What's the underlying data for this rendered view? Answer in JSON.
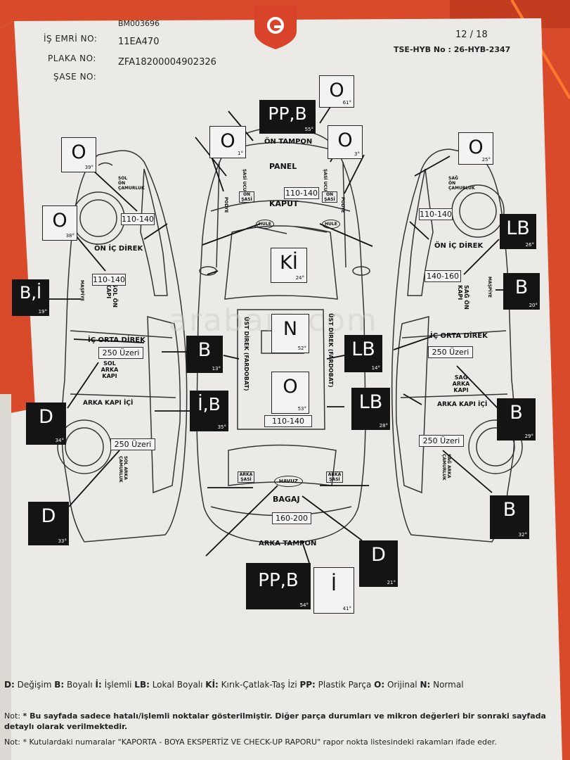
{
  "header": {
    "report_no": "BM003696",
    "page": "12 / 18",
    "tse_label": "TSE-HYB No : 26-HYB-2347",
    "fields": [
      {
        "label": "İŞ EMRİ NO:",
        "value": "11EA470"
      },
      {
        "label": "PLAKA NO:",
        "value": "ZFA18200004902326"
      },
      {
        "label": "ŞASE NO:",
        "value": ""
      }
    ]
  },
  "watermark": "arabam.com",
  "parts": {
    "on_tampon": "ÖN TAMPON",
    "panel": "PANEL",
    "kaput": "KAPUT",
    "bagaj": "BAGAJ",
    "arka_tampon": "ARKA TAMPON",
    "havuz": "HAVUZ",
    "hule_l": "HULE",
    "hule_r": "HULE",
    "on_sasi_l": "ÖN ŞASİ",
    "on_sasi_r": "ÖN ŞASİ",
    "arka_sasi_l": "ARKA ŞASİ",
    "arka_sasi_r": "ARKA ŞASİ",
    "sasi_ucu_l": "ŞASİ UCU",
    "sasi_ucu_r": "ŞASİ UCU",
    "podye_l": "PODYE",
    "podye_r": "PODYE",
    "ust_direk_l": "ÜST DİREK (FARDOBAT)",
    "ust_direk_r": "ÜST DİREK (FARDOBAT)",
    "sol_on_camurluk": "SOL ÖN ÇAMURLUK",
    "on_ic_direk_l": "ÖN İÇ DİREK",
    "maspiye_l": "MAŞPİYE",
    "sol_on_kapi": "SOL ÖN KAPI",
    "ic_orta_direk_l": "İÇ ORTA DİREK",
    "sol_arka_kapi": "SOL ARKA KAPI",
    "arka_kapi_ici_l": "ARKA KAPI İÇİ",
    "sol_arka_camurluk": "SOL ARKA ÇAMURLUK",
    "sag_on_camurluk": "SAĞ ÖN ÇAMURLUK",
    "on_ic_direk_r": "ÖN İÇ DİREK",
    "maspiye_r": "MAŞPİYE",
    "sag_on_kapi": "SAĞ ÖN KAPI",
    "ic_orta_direk_r": "İÇ ORTA DİREK",
    "sag_arka_kapi": "SAĞ ARKA KAPI",
    "arka_kapi_ici_r": "ARKA KAPI İÇİ",
    "sag_arka_camurluk": "SAĞ ARKA ÇAMURLUK"
  },
  "ranges": {
    "kaput": "110-140",
    "sol_on_camurluk": "110-140",
    "sol_on_kapi": "110-140",
    "sol_arka_kapi": "250 Üzeri",
    "sol_arka_camurluk": "250 Üzeri",
    "tavan": "110-140",
    "bagaj": "160-200",
    "sag_on_camurluk": "110-140",
    "sag_on_kapi": "140-160",
    "sag_arka_kapi": "250 Üzeri",
    "sag_arka_camurluk": "250 Üzeri"
  },
  "boxes": {
    "b61": {
      "code": "O",
      "num": "61°"
    },
    "b55": {
      "code": "PP,B",
      "num": "55°"
    },
    "b1": {
      "code": "O",
      "num": "1°"
    },
    "b3": {
      "code": "O",
      "num": "3°"
    },
    "b39": {
      "code": "O",
      "num": "39°"
    },
    "b38": {
      "code": "O",
      "num": "38°"
    },
    "b25": {
      "code": "O",
      "num": "25°"
    },
    "b26": {
      "code": "LB",
      "num": "26°"
    },
    "b20": {
      "code": "B",
      "num": "20°"
    },
    "b19": {
      "code": "B,İ",
      "num": "19°"
    },
    "b24": {
      "code": "Kİ",
      "num": "24°"
    },
    "b52": {
      "code": "N",
      "num": "52°"
    },
    "b13": {
      "code": "B",
      "num": "13°"
    },
    "b14": {
      "code": "LB",
      "num": "14°"
    },
    "b35": {
      "code": "İ,B",
      "num": "35°"
    },
    "b28": {
      "code": "LB",
      "num": "28°"
    },
    "b53": {
      "code": "O",
      "num": "53°"
    },
    "b34": {
      "code": "D",
      "num": "34°"
    },
    "b29": {
      "code": "B",
      "num": "29°"
    },
    "b33": {
      "code": "D",
      "num": "33°"
    },
    "b32": {
      "code": "B",
      "num": "32°"
    },
    "b21": {
      "code": "D",
      "num": "21°"
    },
    "b54": {
      "code": "PP,B",
      "num": "54°"
    },
    "b41": {
      "code": "İ",
      "num": "41°"
    }
  },
  "legend": [
    {
      "code": "D:",
      "text": " Değişim "
    },
    {
      "code": "B:",
      "text": " Boyalı "
    },
    {
      "code": "İ:",
      "text": " İşlemli "
    },
    {
      "code": "LB:",
      "text": " Lokal Boyalı "
    },
    {
      "code": "Kİ:",
      "text": " Kırık-Çatlak-Taş İzi "
    },
    {
      "code": "PP:",
      "text": " Plastik Parça "
    },
    {
      "code": "O:",
      "text": " Orijinal "
    },
    {
      "code": "N:",
      "text": " Normal"
    }
  ],
  "notes": [
    {
      "label": "Not:",
      "text": "* Bu sayfada sadece hatalı/işlemli noktalar gösterilmiştir. Diğer parça durumları ve mikron değerleri bir sonraki sayfada detaylı olarak verilmektedir."
    },
    {
      "label": "Not:",
      "text": "* Kutulardaki numaralar \"KAPORTA - BOYA EKSPERTİZ VE CHECK-UP RAPORU\" rapor nokta listesindeki rakamları ifade eder."
    }
  ],
  "colors": {
    "paper": "#eceae6",
    "frame": "#d94a2a",
    "ink": "#141414"
  },
  "icons": [
    "logo-shield-icon"
  ]
}
